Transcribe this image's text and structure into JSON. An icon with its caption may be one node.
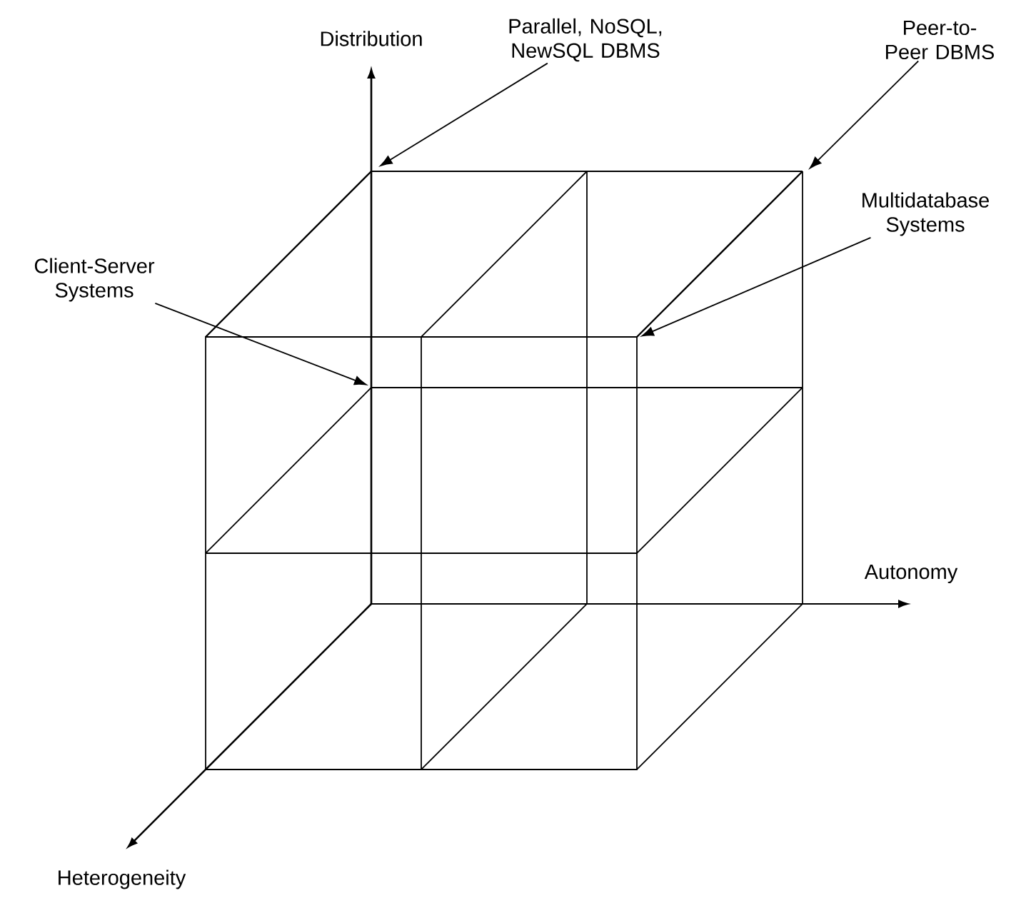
{
  "diagram": {
    "nodes": [
      {
        "text": [
          "Parallel, NoSQL, NewSQL DBMS"
        ]
      },
      {
        "text": [
          "Peer-to-Peer DBMS"
        ]
      },
      {
        "text": [
          "Multidatabase Systems"
        ]
      },
      {
        "text": [
          "Client-Server Systems"
        ]
      }
    ],
    "edges": [
      {
        "from": 0,
        "to": null,
        "arrow": "to"
      },
      {
        "from": 1,
        "to": null,
        "arrow": "to"
      },
      {
        "from": 2,
        "to": null,
        "arrow": "to"
      },
      {
        "from": 3,
        "to": null,
        "arrow": "to"
      }
    ],
    "labels": [
      "Distribution",
      "Autonomy",
      "Heterogeneity"
    ]
  }
}
